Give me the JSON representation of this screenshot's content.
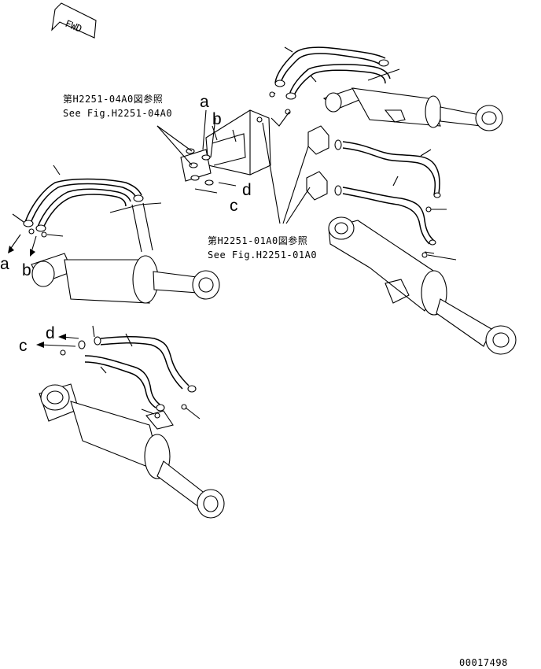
{
  "fwd_label": "FWD",
  "ref_top": {
    "jp": "第H2251-04A0図参照",
    "en": "See Fig.H2251-04A0"
  },
  "ref_mid": {
    "jp": "第H2251-01A0図参照",
    "en": "See Fig.H2251-01A0"
  },
  "callouts": {
    "a": "a",
    "b": "b",
    "c": "c",
    "d": "d"
  },
  "drawing_number": "00017498"
}
